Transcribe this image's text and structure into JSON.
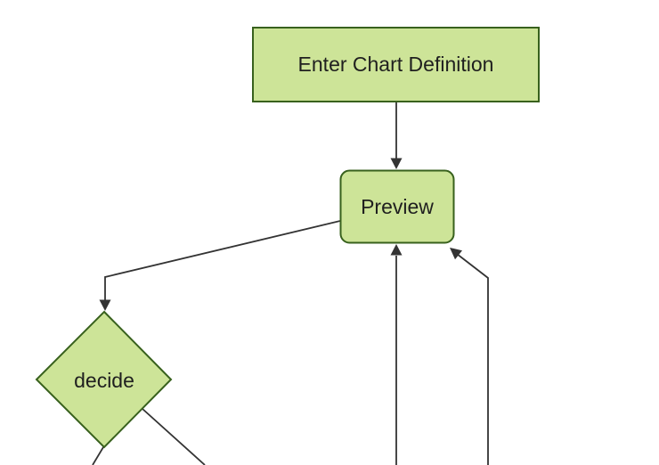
{
  "diagram": {
    "kind": "flowchart",
    "direction": "top-down",
    "nodes": [
      {
        "id": "A",
        "label": "Enter Chart Definition",
        "shape": "rectangle"
      },
      {
        "id": "B",
        "label": "Preview",
        "shape": "rounded-rectangle"
      },
      {
        "id": "C",
        "label": "decide",
        "shape": "diamond"
      }
    ],
    "edges": [
      {
        "from": "A",
        "to": "B",
        "arrow": true
      },
      {
        "from": "B",
        "to": "C",
        "arrow": true
      },
      {
        "from": "offscreen-bottom-center",
        "to": "B",
        "arrow": true
      },
      {
        "from": "offscreen-bottom-right",
        "to": "B",
        "arrow": true
      },
      {
        "from": "C",
        "to": "offscreen-bottom-left",
        "arrow": false
      },
      {
        "from": "C",
        "to": "offscreen-bottom-right",
        "arrow": false
      }
    ]
  },
  "colors": {
    "canvas-bg": "#ffffff",
    "node-fill": "#cde498",
    "node-border": "#38611d",
    "edge-line": "#333333",
    "label-text": "#1f1f1f"
  }
}
